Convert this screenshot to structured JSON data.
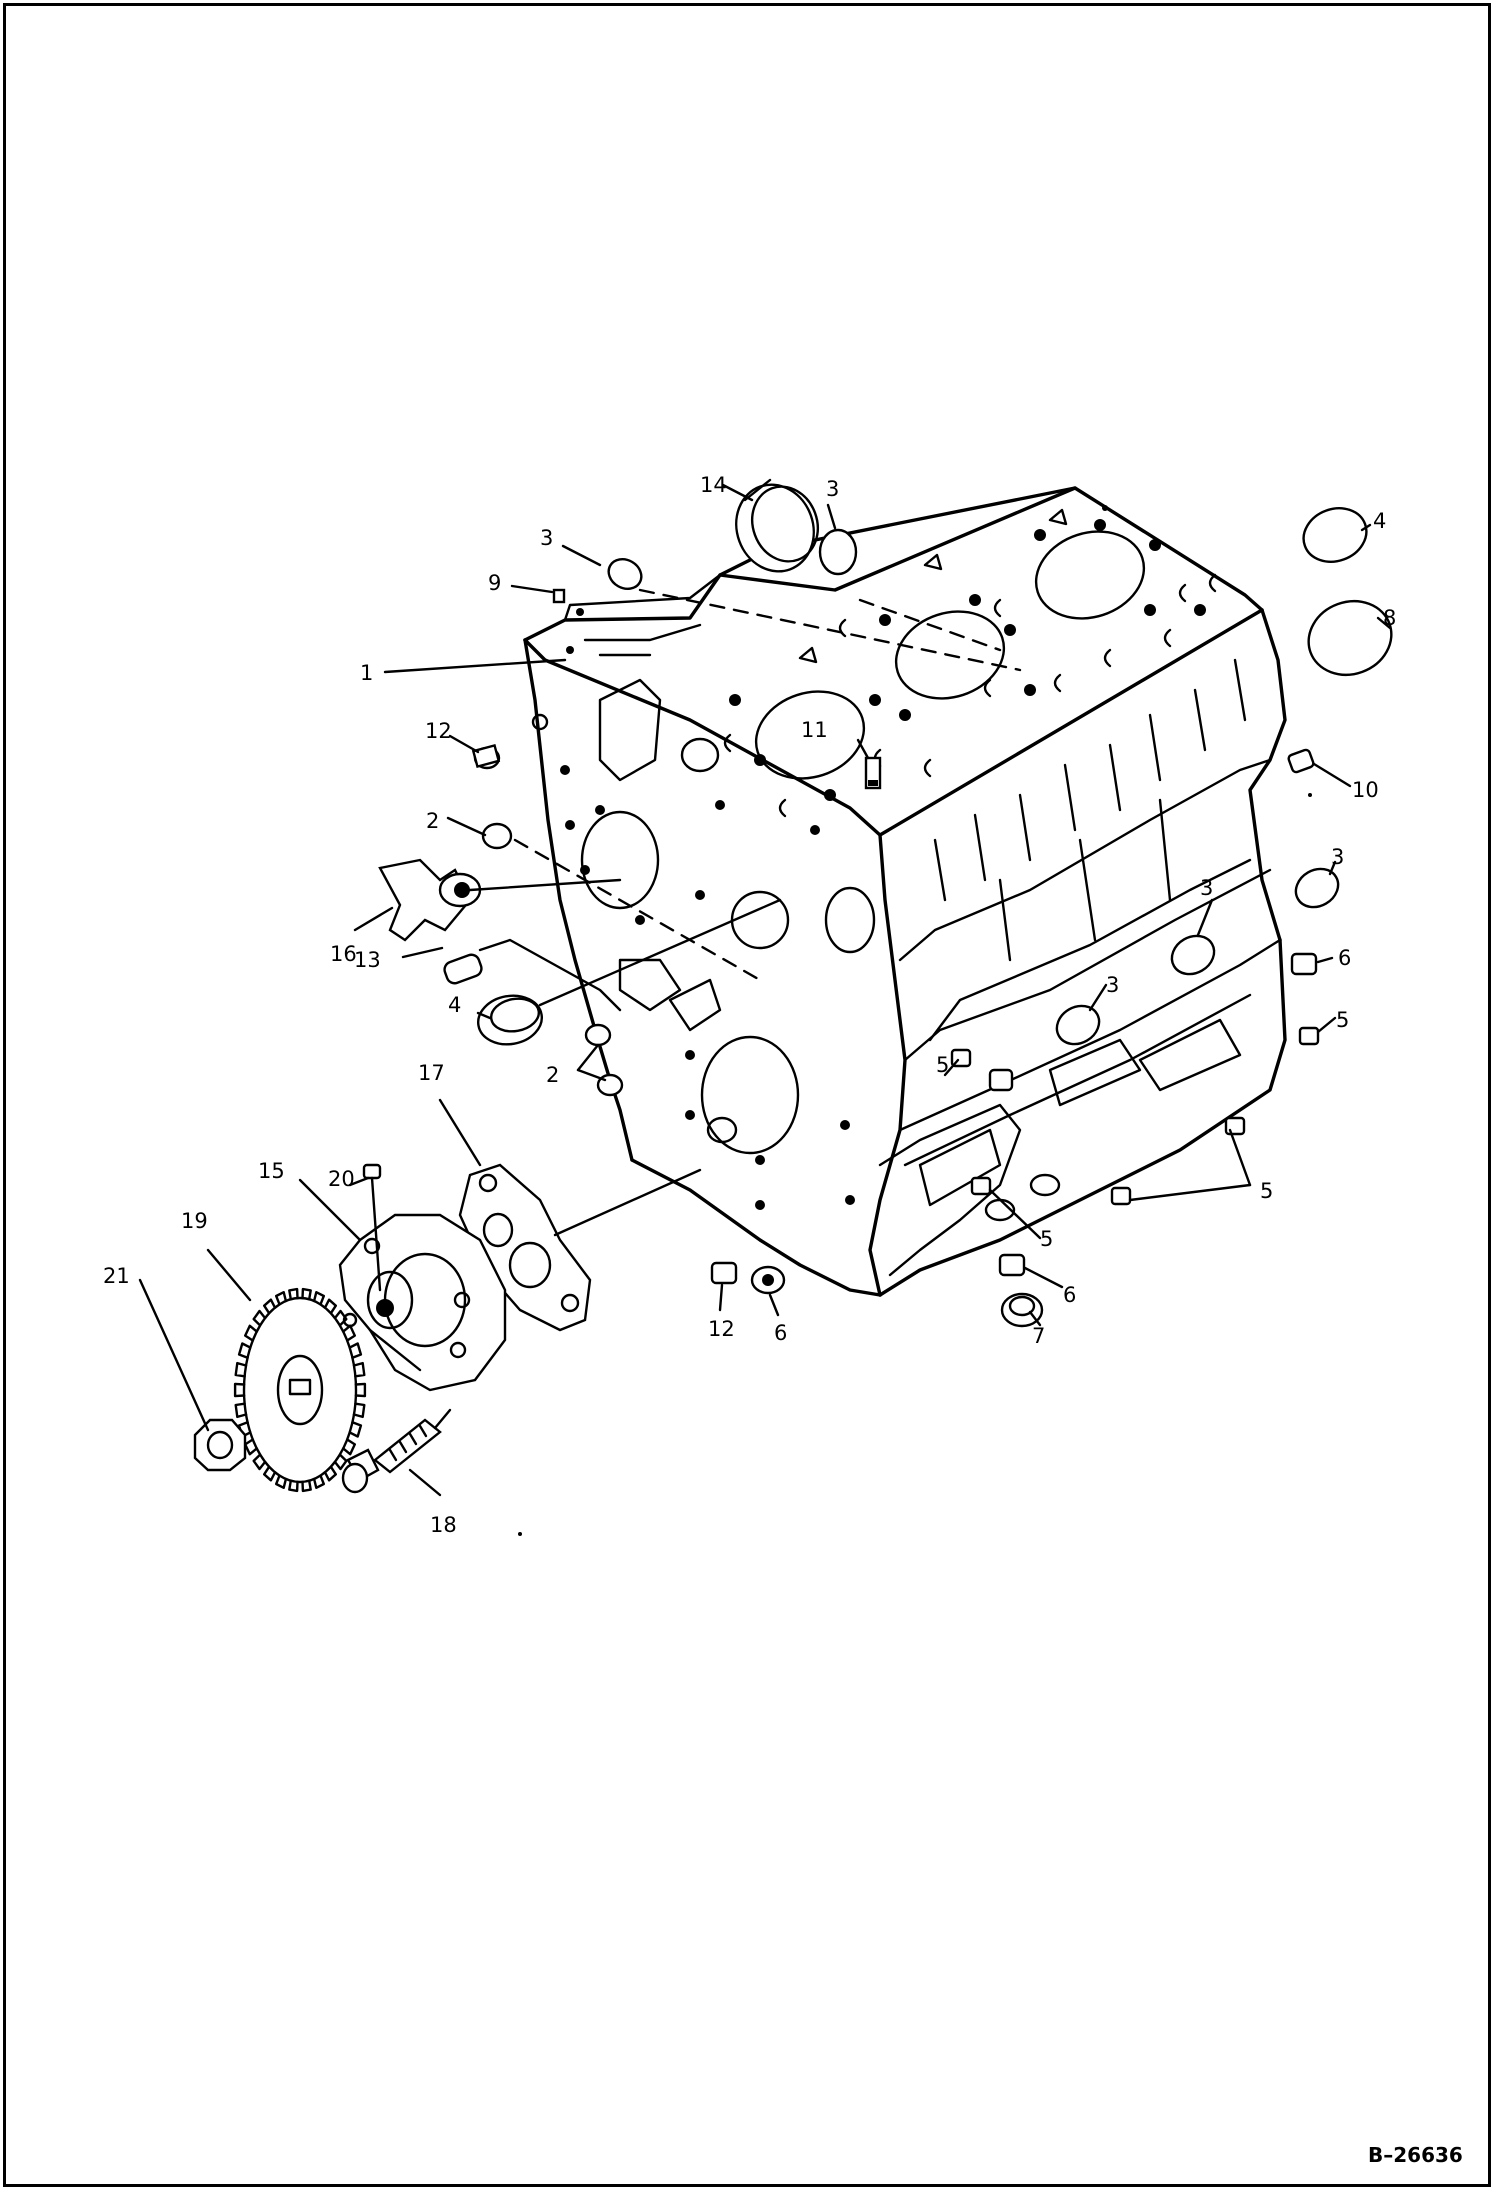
{
  "diagram": {
    "document_id": "B–26636",
    "callouts": [
      {
        "label": "14",
        "part": "14"
      },
      {
        "label": "3",
        "part": "3"
      },
      {
        "label": "3",
        "part": "3"
      },
      {
        "label": "9",
        "part": "9"
      },
      {
        "label": "1",
        "part": "1"
      },
      {
        "label": "4",
        "part": "4"
      },
      {
        "label": "8",
        "part": "8"
      },
      {
        "label": "12",
        "part": "12"
      },
      {
        "label": "11",
        "part": "11"
      },
      {
        "label": "10",
        "part": "10"
      },
      {
        "label": "2",
        "part": "2"
      },
      {
        "label": "16",
        "part": "16"
      },
      {
        "label": "13",
        "part": "13"
      },
      {
        "label": "3",
        "part": "3"
      },
      {
        "label": "3",
        "part": "3"
      },
      {
        "label": "4",
        "part": "4"
      },
      {
        "label": "3",
        "part": "3"
      },
      {
        "label": "6",
        "part": "6"
      },
      {
        "label": "5",
        "part": "5"
      },
      {
        "label": "2",
        "part": "2"
      },
      {
        "label": "17",
        "part": "17"
      },
      {
        "label": "5",
        "part": "5"
      },
      {
        "label": "20",
        "part": "20"
      },
      {
        "label": "15",
        "part": "15"
      },
      {
        "label": "5",
        "part": "5"
      },
      {
        "label": "19",
        "part": "19"
      },
      {
        "label": "5",
        "part": "5"
      },
      {
        "label": "21",
        "part": "21"
      },
      {
        "label": "6",
        "part": "6"
      },
      {
        "label": "12",
        "part": "12"
      },
      {
        "label": "6",
        "part": "6"
      },
      {
        "label": "7",
        "part": "7"
      },
      {
        "label": "18",
        "part": "18"
      }
    ]
  }
}
